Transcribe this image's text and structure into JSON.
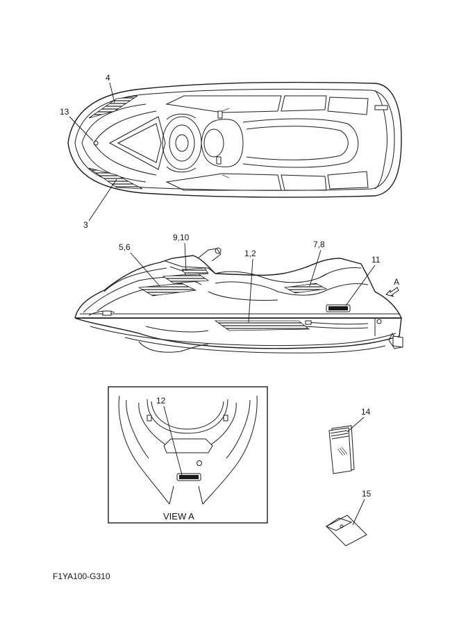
{
  "callouts": {
    "c4": "4",
    "c13": "13",
    "c3": "3",
    "c5_6": "5,6",
    "c9_10": "9,10",
    "c1_2": "1,2",
    "c7_8": "7,8",
    "c11": "11",
    "cA": "A",
    "c12": "12",
    "c14": "14",
    "c15": "15"
  },
  "view_label": "VIEW A",
  "drawing_code": "F1YA100-G310"
}
